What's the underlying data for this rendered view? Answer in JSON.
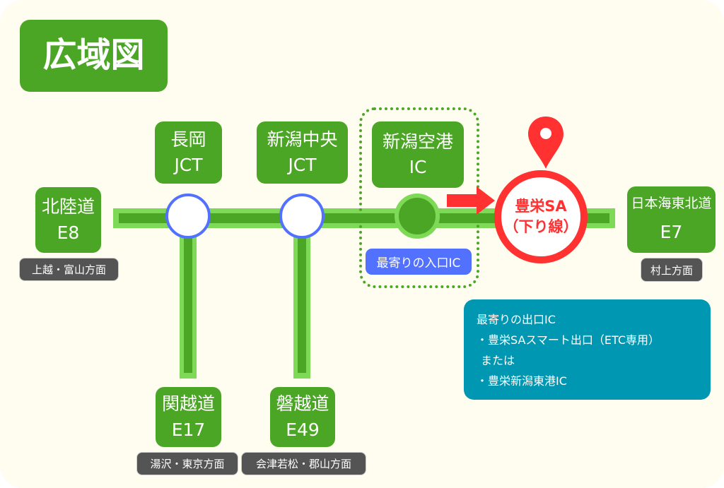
{
  "title": "広域図",
  "routes": {
    "hokuriku": {
      "name": "北陸道",
      "code": "E8",
      "direction": "上越・富山方面"
    },
    "nihonkai": {
      "name": "日本海東北道",
      "code": "E7",
      "direction": "村上方面"
    },
    "kanetsu": {
      "name": "関越道",
      "code": "E17",
      "direction": "湯沢・東京方面"
    },
    "banetsu": {
      "name": "磐越道",
      "code": "E49",
      "direction": "会津若松・郡山方面"
    }
  },
  "junctions": {
    "nagaoka": {
      "name": "長岡",
      "type": "JCT"
    },
    "niigata_chuo": {
      "name": "新潟中央",
      "type": "JCT"
    }
  },
  "airport_ic": {
    "name": "新潟空港",
    "type": "IC",
    "note": "最寄りの入口IC"
  },
  "sa": {
    "line1": "豊栄SA",
    "line2": "（下り線）"
  },
  "info": {
    "heading": "最寄りの出口IC",
    "line1": "・豊栄SAスマート出口（ETC専用）",
    "line2": "または",
    "line3": "・豊栄新潟東港IC"
  },
  "colors": {
    "green": "#4ca626",
    "light_green": "#7ed957",
    "red": "#ff3131",
    "blue": "#5271ff",
    "teal": "#0097b2"
  }
}
